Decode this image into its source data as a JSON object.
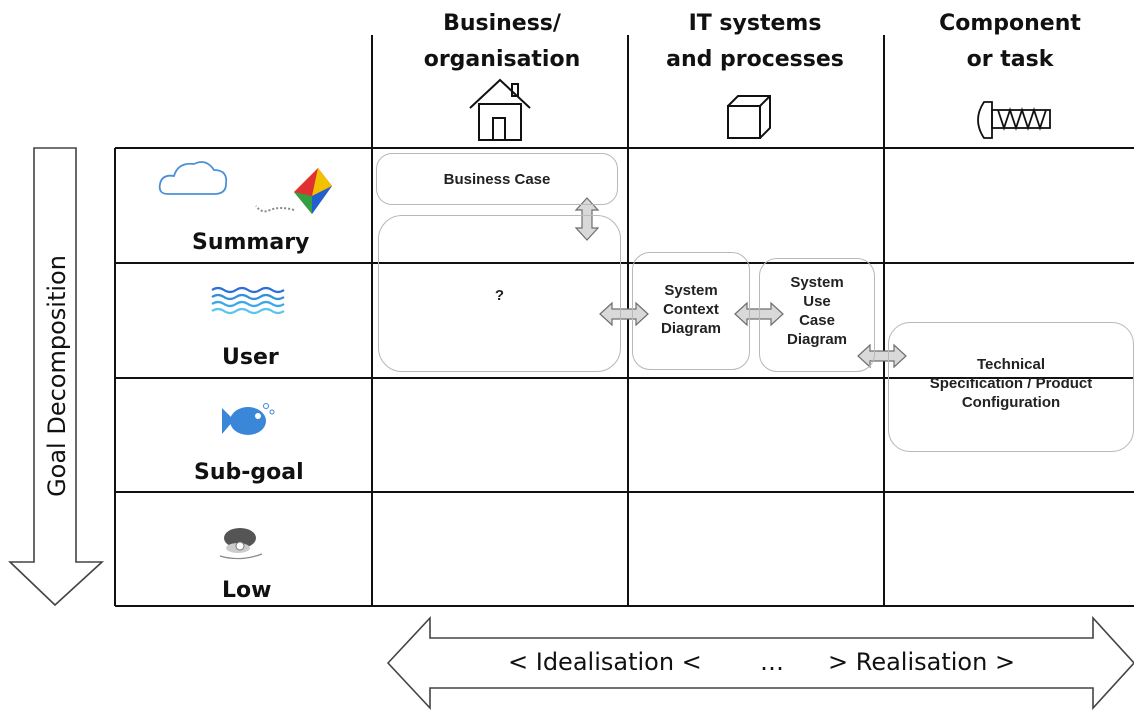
{
  "columns": [
    {
      "title": "Business/\norganisation",
      "icon": "house-icon"
    },
    {
      "title": "IT systems\nand processes",
      "icon": "cube-icon"
    },
    {
      "title": "Component\nor task",
      "icon": "screw-icon"
    }
  ],
  "rows": [
    {
      "label": "Summary",
      "icons": [
        "cloud-icon",
        "kite-icon"
      ]
    },
    {
      "label": "User",
      "icons": [
        "waves-icon"
      ]
    },
    {
      "label": "Sub-goal",
      "icons": [
        "fish-icon"
      ]
    },
    {
      "label": "Low",
      "icons": [
        "clam-icon"
      ]
    }
  ],
  "vertical_axis": {
    "label": "Goal Decomposition"
  },
  "horizontal_axis": {
    "left": "< Idealisation <",
    "middle": "…",
    "right": "> Realisation >"
  },
  "boxes": {
    "business_case": "Business Case",
    "unknown": "?",
    "system_context": "System\nContext\nDiagram",
    "system_use_case": "System\nUse\nCase\nDiagram",
    "technical_spec": "Technical\nSpecification / Product\nConfiguration"
  },
  "colors": {
    "grid": "#111111",
    "box_border": "#b8b8b8",
    "arrow_fill": "#d9d9d9",
    "arrow_stroke": "#6e6e6e",
    "wave": "#2f8fd8",
    "fish": "#3a86d8"
  }
}
